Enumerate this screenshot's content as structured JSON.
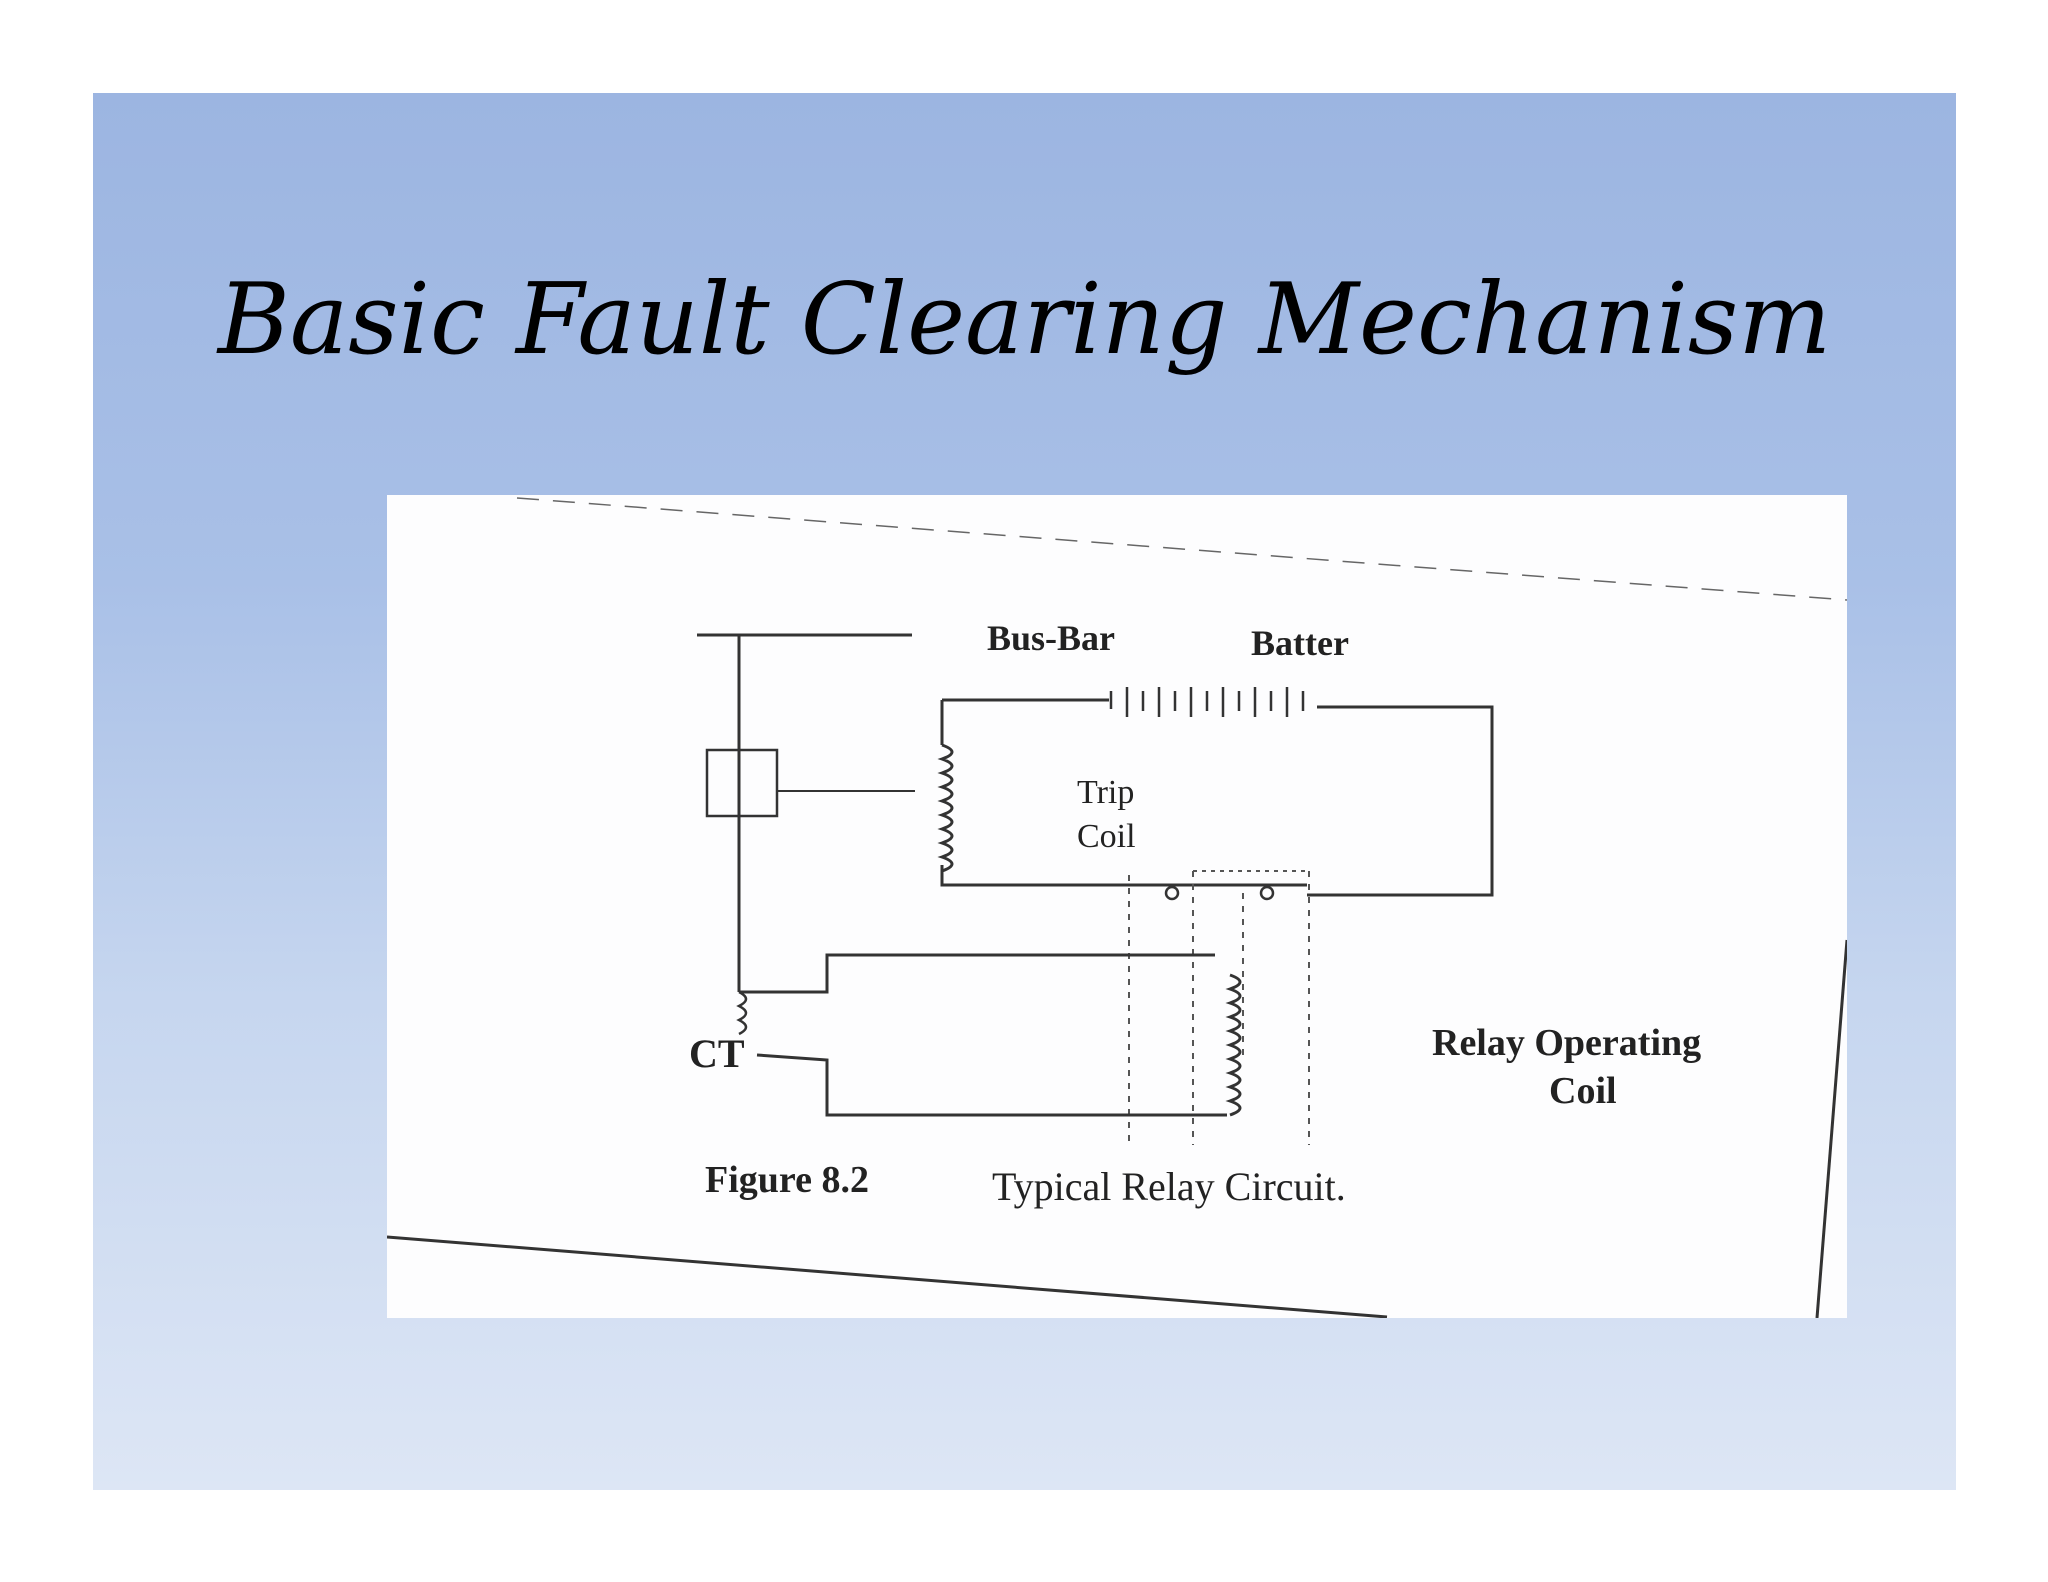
{
  "slide": {
    "title": "Basic Fault Clearing Mechanism"
  },
  "figure": {
    "labels": {
      "busbar": "Bus-Bar",
      "battery": "Batter",
      "trip_coil_1": "Trip",
      "trip_coil_2": "Coil",
      "ct": "CT",
      "relay_coil_1": "Relay Operating",
      "relay_coil_2": "Coil",
      "caption_number": "Figure 8.2",
      "caption_text": "Typical Relay Circuit."
    }
  }
}
